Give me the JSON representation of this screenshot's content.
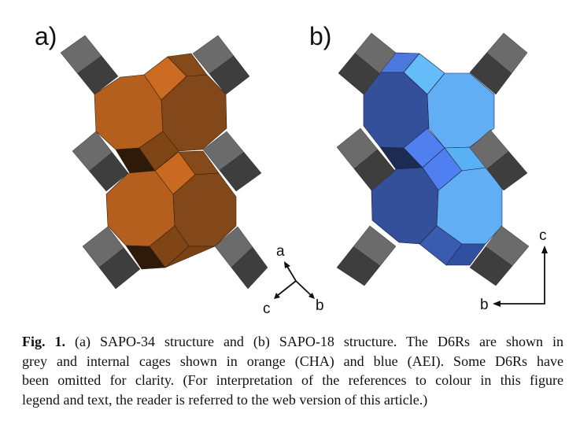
{
  "figure": {
    "panel_a": {
      "label": "a)",
      "axes": {
        "up": "a",
        "right": "b",
        "left": "c"
      }
    },
    "panel_b": {
      "label": "b)",
      "axes": {
        "up": "c",
        "left": "b"
      }
    },
    "colors": {
      "d6r_light": "#6b6b6b",
      "d6r_dark": "#3e3e3e",
      "cha_light": "#b55f1e",
      "cha_dark": "#83481a",
      "aei_dark": "#34509a",
      "aei_light": "#62aef5"
    }
  },
  "caption": {
    "fig_label": "Fig. 1.",
    "line1": "(a) SAPO-34 structure and (b) SAPO-18 structure. The D6Rs are shown in",
    "line2": "grey and internal cages shown in orange (CHA) and blue (AEI). Some D6Rs have",
    "line3": "been omitted for clarity. (For interpretation of the references to colour in this figure",
    "line4": "legend and text, the reader is referred to the web version of this article.)"
  }
}
